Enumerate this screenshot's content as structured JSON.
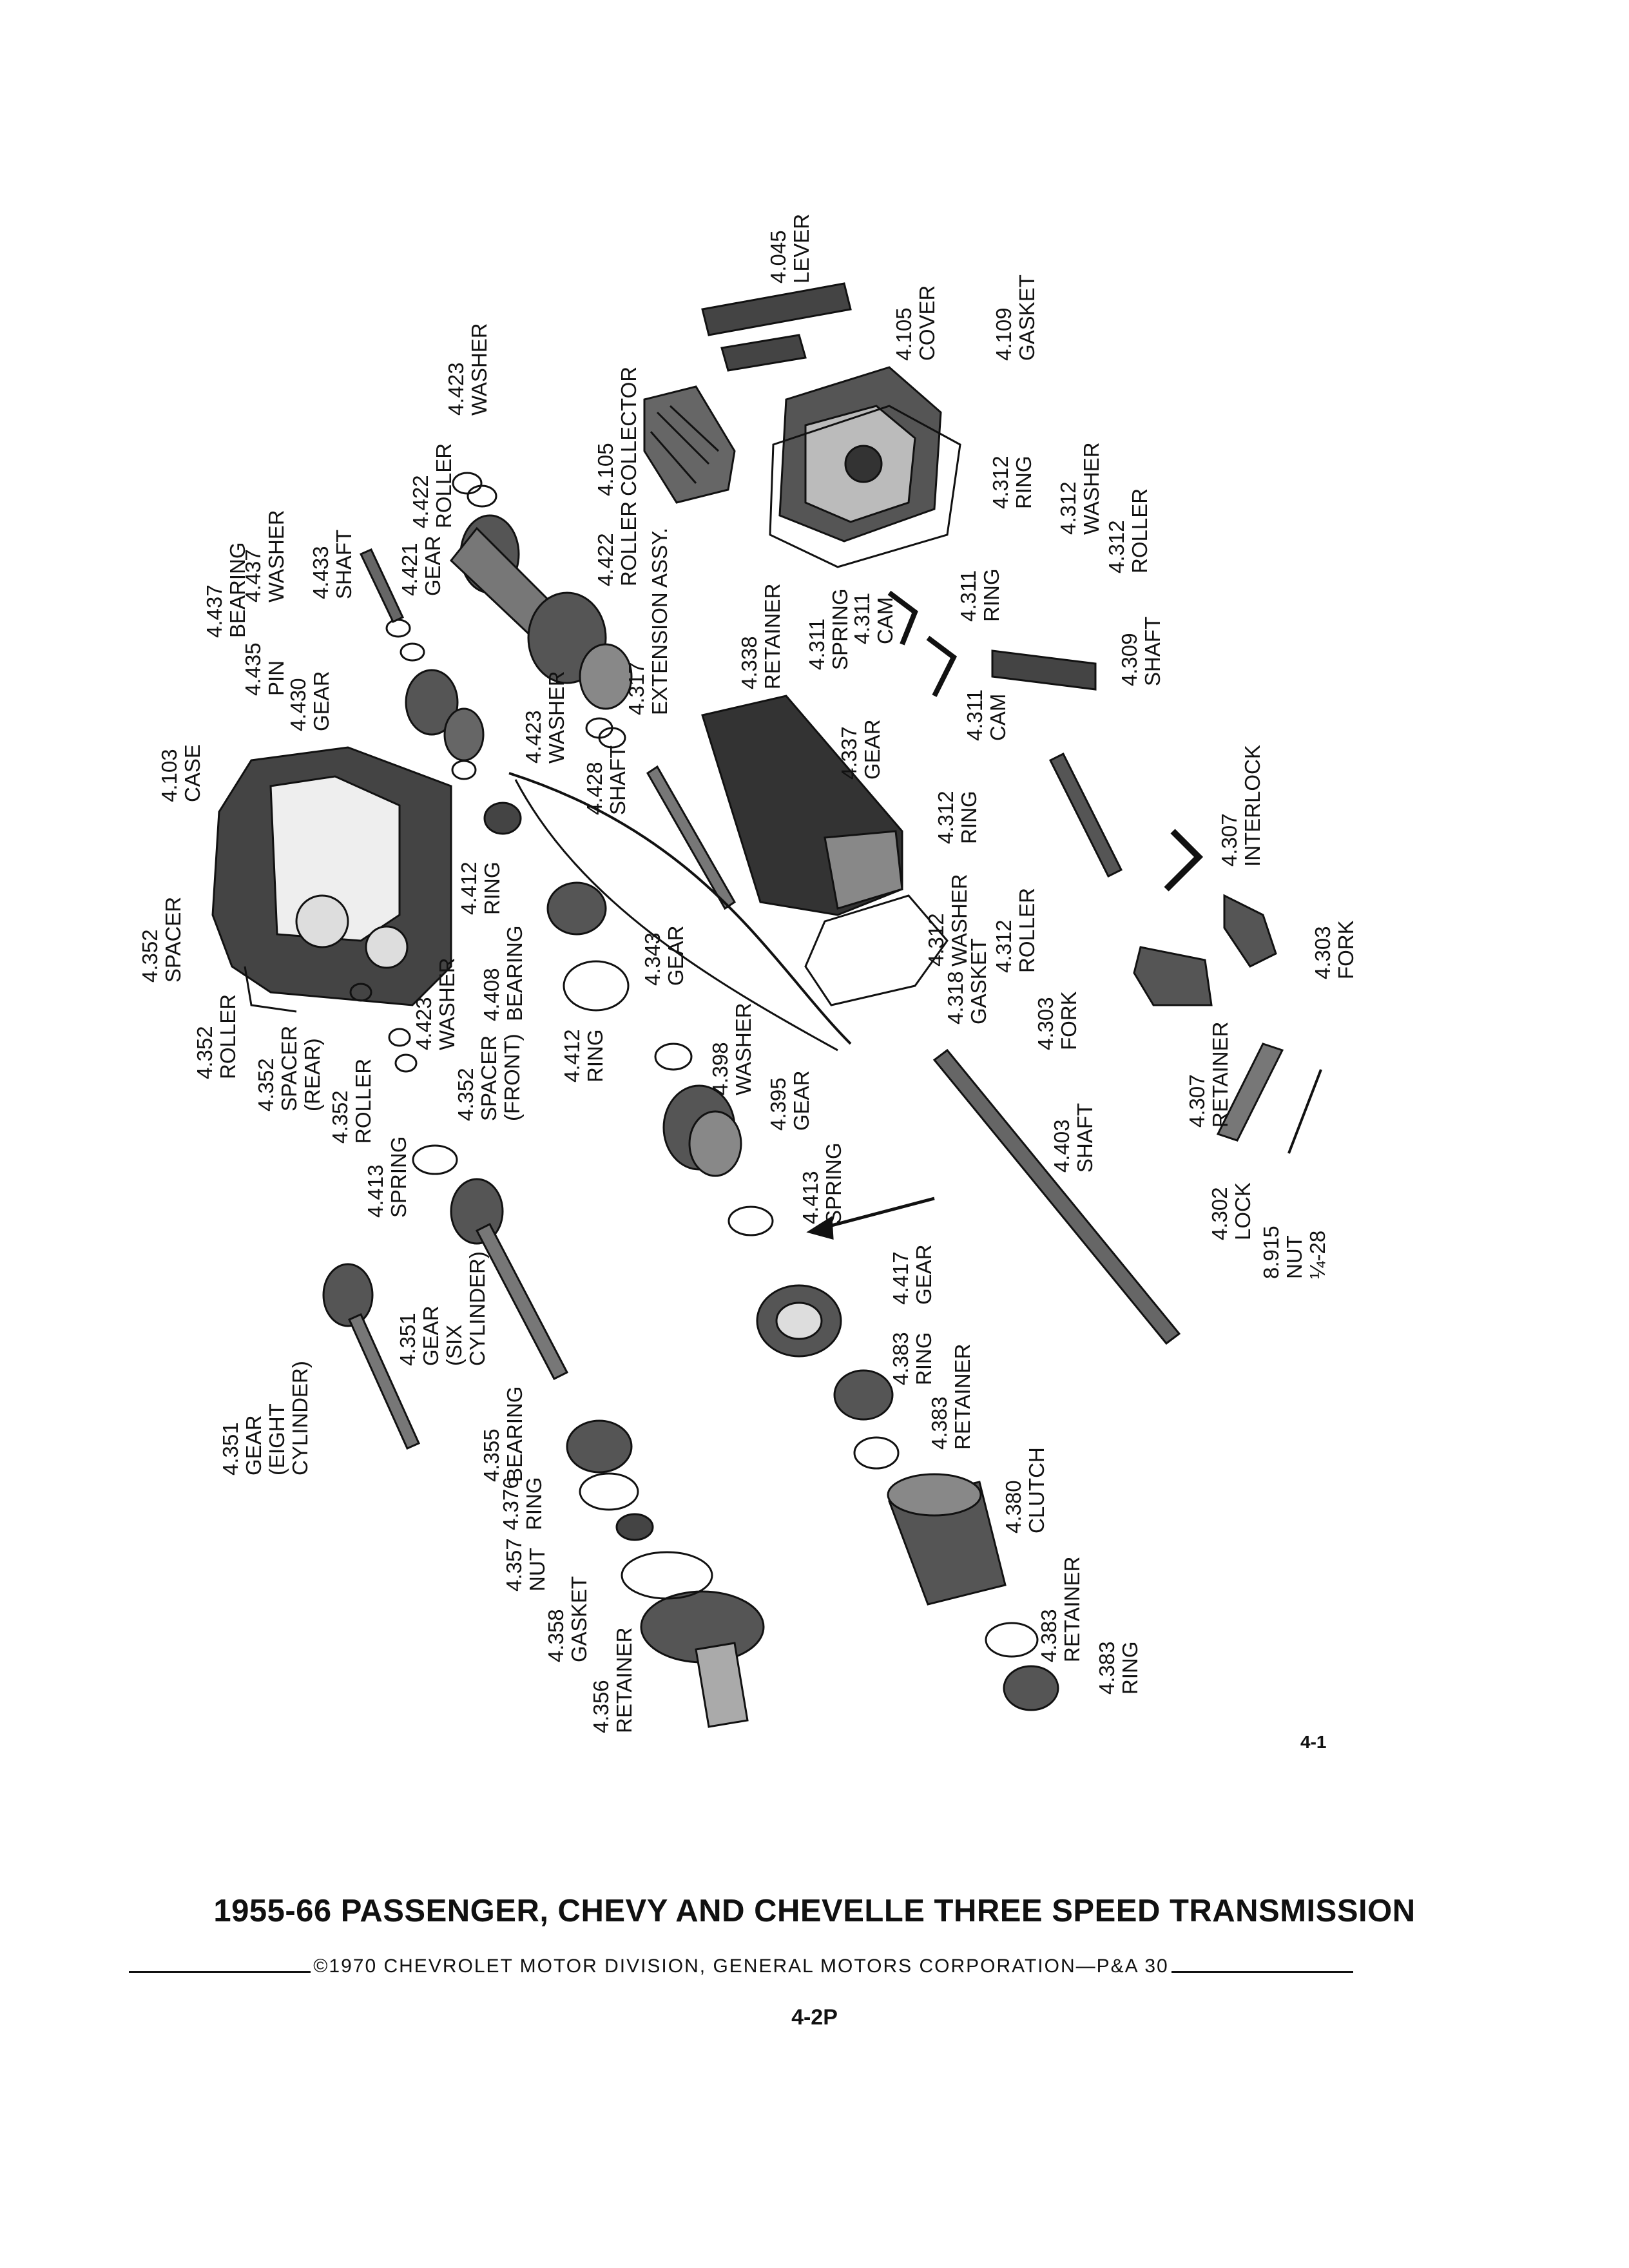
{
  "page": {
    "title": "1955-66 PASSENGER, CHEVY AND CHEVELLE THREE SPEED TRANSMISSION",
    "copyright": "©1970 CHEVROLET MOTOR DIVISION, GENERAL MOTORS CORPORATION—P&A 30",
    "page_number": "4-2P",
    "figure_number": "4-1"
  },
  "callouts": [
    {
      "id": "lever-4045",
      "number": "4.045",
      "name": "LEVER"
    },
    {
      "id": "cover-4105",
      "number": "4.105",
      "name": "COVER"
    },
    {
      "id": "gasket-4109",
      "number": "4.109",
      "name": "GASKET"
    },
    {
      "id": "washer-4423-top",
      "number": "4.423",
      "name": "WASHER"
    },
    {
      "id": "roller-4422-top",
      "number": "4.422",
      "name": "ROLLER"
    },
    {
      "id": "gear-4421",
      "number": "4.421",
      "name": "GEAR"
    },
    {
      "id": "collector-4105",
      "number": "4.105",
      "name": "COLLECTOR"
    },
    {
      "id": "roller-4422-mid",
      "number": "4.422",
      "name": "ROLLER"
    },
    {
      "id": "shaft-4433",
      "number": "4.433",
      "name": "SHAFT"
    },
    {
      "id": "washer-4437",
      "number": "4.437",
      "name": "WASHER"
    },
    {
      "id": "bearing-4437",
      "number": "4.437",
      "name": "BEARING"
    },
    {
      "id": "pin-4435",
      "number": "4.435",
      "name": "PIN"
    },
    {
      "id": "gear-4430",
      "number": "4.430",
      "name": "GEAR"
    },
    {
      "id": "case-4103",
      "number": "4.103",
      "name": "CASE"
    },
    {
      "id": "extension-4317",
      "number": "4.317",
      "name": "EXTENSION ASSY."
    },
    {
      "id": "washer-4423-mid",
      "number": "4.423",
      "name": "WASHER"
    },
    {
      "id": "shaft-4428",
      "number": "4.428",
      "name": "SHAFT"
    },
    {
      "id": "retainer-4338",
      "number": "4.338",
      "name": "RETAINER"
    },
    {
      "id": "spring-4311",
      "number": "4.311",
      "name": "SPRING"
    },
    {
      "id": "cam-4311-top",
      "number": "4.311",
      "name": "CAM"
    },
    {
      "id": "ring-4311",
      "number": "4.311",
      "name": "RING"
    },
    {
      "id": "cam-4311-bottom",
      "number": "4.311",
      "name": "CAM"
    },
    {
      "id": "gear-4337",
      "number": "4.337",
      "name": "GEAR"
    },
    {
      "id": "ring-4312-top",
      "number": "4.312",
      "name": "RING"
    },
    {
      "id": "washer-4312-top",
      "number": "4.312",
      "name": "WASHER"
    },
    {
      "id": "roller-4312-top",
      "number": "4.312",
      "name": "ROLLER"
    },
    {
      "id": "shaft-4309",
      "number": "4.309",
      "name": "SHAFT"
    },
    {
      "id": "interlock-4307",
      "number": "4.307",
      "name": "INTERLOCK"
    },
    {
      "id": "ring-4312-mid",
      "number": "4.312",
      "name": "RING"
    },
    {
      "id": "washer-4312-mid",
      "number": "4.312",
      "name": "WASHER"
    },
    {
      "id": "roller-4312-mid",
      "number": "4.312",
      "name": "ROLLER"
    },
    {
      "id": "fork-4303-right",
      "number": "4.303",
      "name": "FORK"
    },
    {
      "id": "fork-4303-left",
      "number": "4.303",
      "name": "FORK"
    },
    {
      "id": "spacer-4352-top",
      "number": "4.352",
      "name": "SPACER"
    },
    {
      "id": "ring-4412-top",
      "number": "4.412",
      "name": "RING"
    },
    {
      "id": "bearing-4408",
      "number": "4.408",
      "name": "BEARING"
    },
    {
      "id": "gear-4343",
      "number": "4.343",
      "name": "GEAR"
    },
    {
      "id": "gasket-4318",
      "number": "4.318",
      "name": "GASKET"
    },
    {
      "id": "roller-4352-top",
      "number": "4.352",
      "name": "ROLLER"
    },
    {
      "id": "washer-4423-low",
      "number": "4.423",
      "name": "WASHER"
    },
    {
      "id": "spacer-4352-rear",
      "number": "4.352",
      "name": "SPACER (REAR)"
    },
    {
      "id": "roller-4352-low",
      "number": "4.352",
      "name": "ROLLER"
    },
    {
      "id": "spacer-4352-front",
      "number": "4.352",
      "name": "SPACER (FRONT)"
    },
    {
      "id": "ring-4412-low",
      "number": "4.412",
      "name": "RING"
    },
    {
      "id": "washer-4398",
      "number": "4.398",
      "name": "WASHER"
    },
    {
      "id": "gear-4395",
      "number": "4.395",
      "name": "GEAR"
    },
    {
      "id": "retainer-4307",
      "number": "4.307",
      "name": "RETAINER"
    },
    {
      "id": "shaft-4403",
      "number": "4.403",
      "name": "SHAFT"
    },
    {
      "id": "lock-4302",
      "number": "4.302",
      "name": "LOCK"
    },
    {
      "id": "nut-8915",
      "number": "8.915",
      "name": "NUT ¼-28"
    },
    {
      "id": "spring-4413-left",
      "number": "4.413",
      "name": "SPRING"
    },
    {
      "id": "spring-4413-right",
      "number": "4.413",
      "name": "SPRING"
    },
    {
      "id": "gear-4417",
      "number": "4.417",
      "name": "GEAR"
    },
    {
      "id": "gear-4351-six",
      "number": "4.351",
      "name": "GEAR (SIX CYLINDER)"
    },
    {
      "id": "gear-4351-eight",
      "number": "4.351",
      "name": "GEAR (EIGHT CYLINDER)"
    },
    {
      "id": "bearing-4355",
      "number": "4.355",
      "name": "BEARING"
    },
    {
      "id": "ring-4383-top",
      "number": "4.383",
      "name": "RING"
    },
    {
      "id": "retainer-4383-top",
      "number": "4.383",
      "name": "RETAINER"
    },
    {
      "id": "ring-4376",
      "number": "4.376",
      "name": "RING"
    },
    {
      "id": "nut-4357",
      "number": "4.357",
      "name": "NUT"
    },
    {
      "id": "clutch-4380",
      "number": "4.380",
      "name": "CLUTCH"
    },
    {
      "id": "gasket-4358",
      "number": "4.358",
      "name": "GASKET"
    },
    {
      "id": "retainer-4356",
      "number": "4.356",
      "name": "RETAINER"
    },
    {
      "id": "retainer-4383-low",
      "number": "4.383",
      "name": "RETAINER"
    },
    {
      "id": "ring-4383-low",
      "number": "4.383",
      "name": "RING"
    }
  ]
}
